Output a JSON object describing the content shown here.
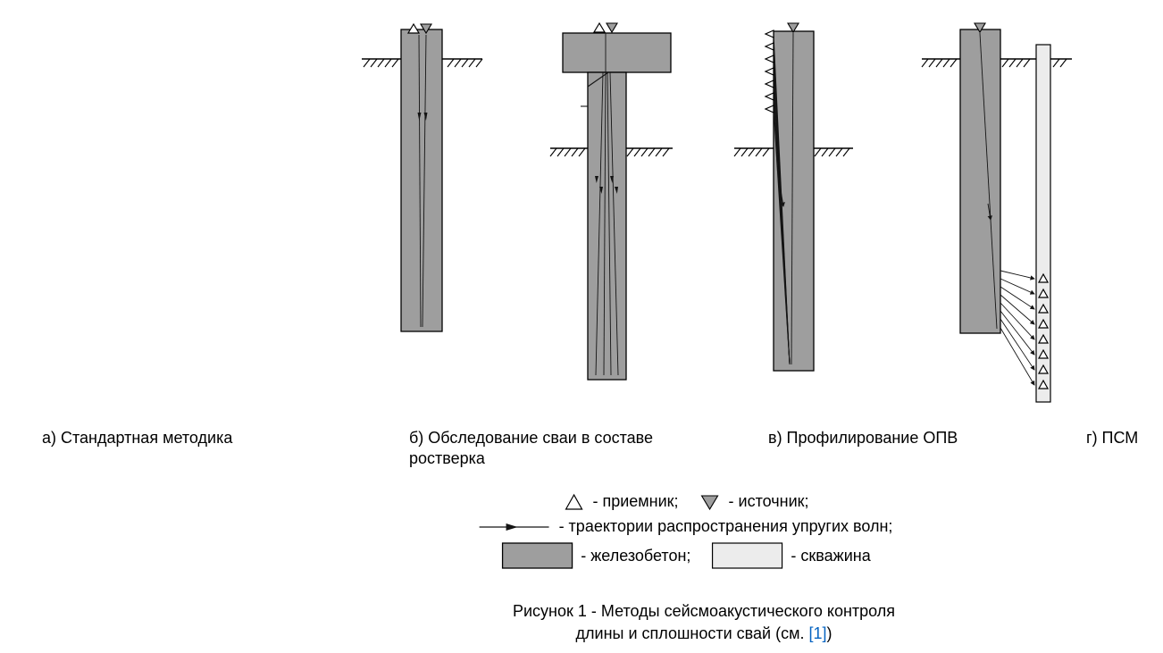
{
  "colors": {
    "background": "#ffffff",
    "concrete": "#9e9e9e",
    "borehole": "#ececec",
    "link": "#0563c1"
  },
  "panels": [
    {
      "id": "a",
      "label": "а) Стандартная методика"
    },
    {
      "id": "b",
      "label": "б) Обследование сваи в составе ростверка"
    },
    {
      "id": "v",
      "label": "в) Профилирование ОПВ"
    },
    {
      "id": "g",
      "label": "г) ПСМ"
    }
  ],
  "legend": {
    "receiver": "- приемник;",
    "source": "- источник;",
    "trajectories": "- траектории распространения упругих волн;",
    "concrete": "- железобетон;",
    "borehole": "- скважина"
  },
  "caption": {
    "line1": "Рисунок 1 - Методы сейсмоакустического контроля",
    "line2_prefix": "длины и сплошности свай (см. ",
    "link": "[1]",
    "line2_suffix": ")"
  }
}
